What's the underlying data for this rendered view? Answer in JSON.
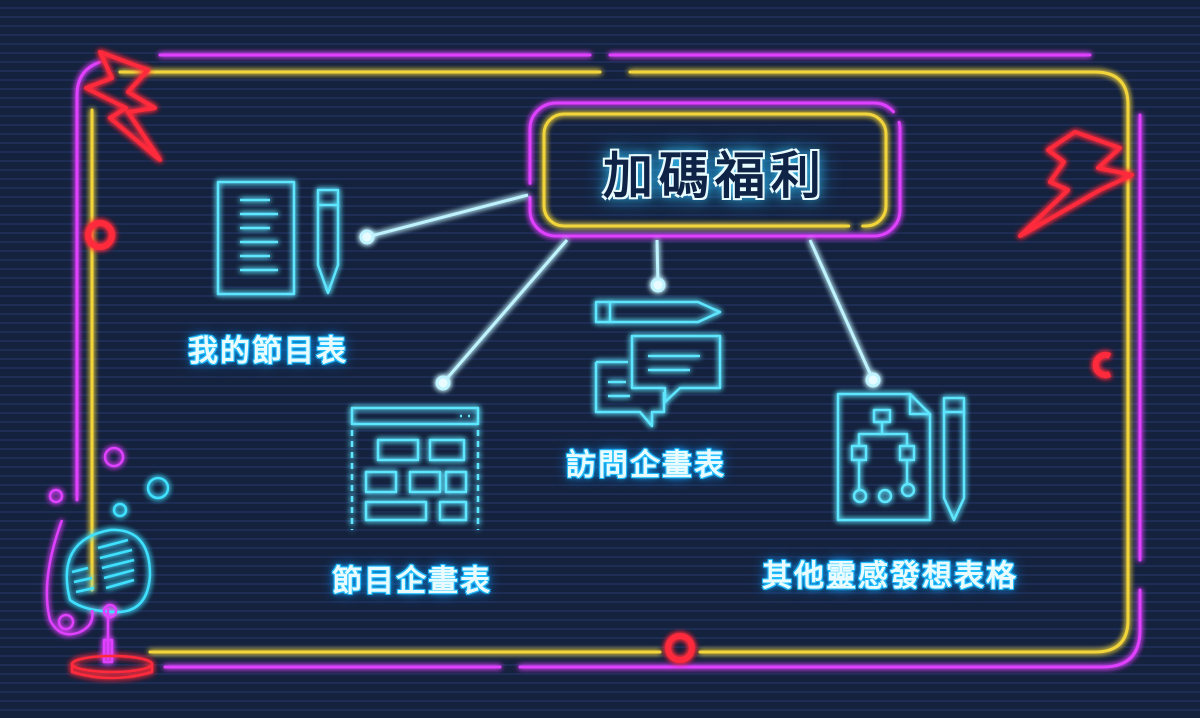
{
  "title": "加碼福利",
  "items": [
    {
      "label": "我的節目表",
      "icon": "notes-pen-icon"
    },
    {
      "label": "節目企畫表",
      "icon": "flowchart-window-icon"
    },
    {
      "label": "訪問企畫表",
      "icon": "chat-pencil-icon"
    },
    {
      "label": "其他靈感發想表格",
      "icon": "document-flowchart-pencil-icon"
    }
  ],
  "colors": {
    "background": "#15223d",
    "cyan": "#3fe0ff",
    "yellow": "#f2d43a",
    "magenta": "#e040ff",
    "red": "#ff2a3a"
  }
}
